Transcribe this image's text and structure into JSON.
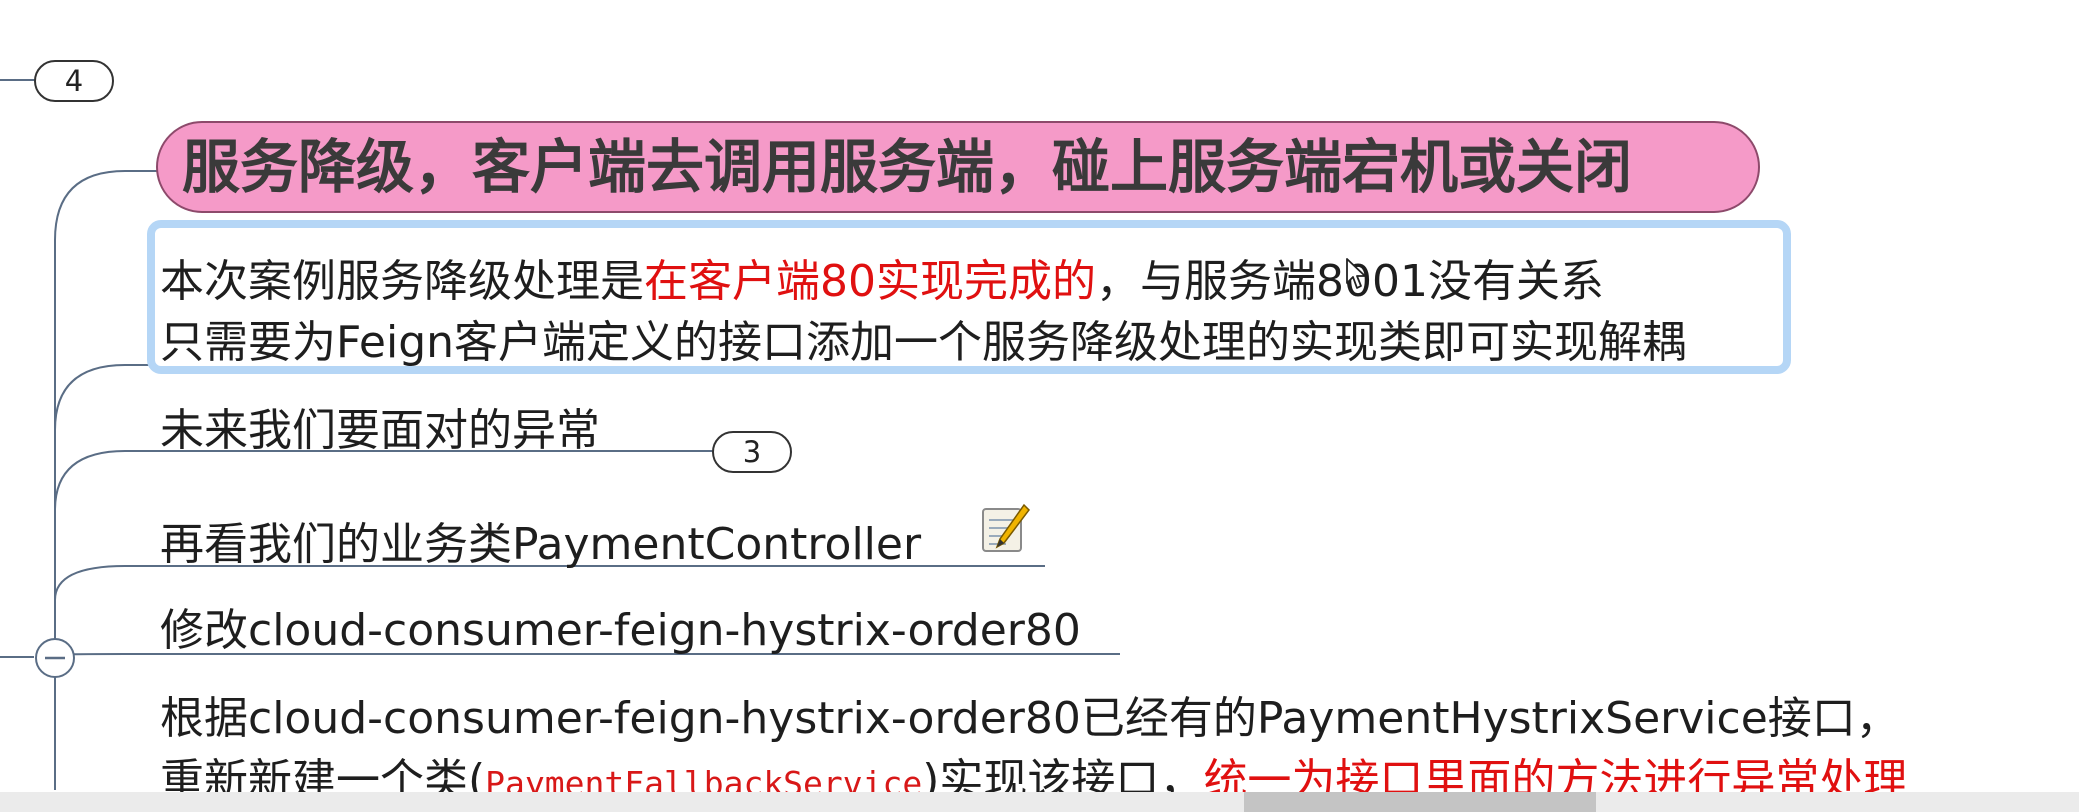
{
  "badges": {
    "top_count": "4",
    "sub_count": "3",
    "collapse_symbol": "−"
  },
  "title_topic": {
    "text": "服务降级，客户端去调用服务端，碰上服务端宕机或关闭",
    "color": "#f59ac8"
  },
  "selected_topic": {
    "line1_part1": "本次案例服务降级处理是",
    "line1_red": "在客户端80实现完成的",
    "line1_part2": "，与服务端8001没有关系",
    "line2": "只需要为Feign客户端定义的接口添加一个服务降级处理的实现类即可实现解耦",
    "highlight_color": "#e01010"
  },
  "topics": {
    "future_exceptions": "未来我们要面对的异常",
    "review_controller": "再看我们的业务类PaymentController",
    "modify_module": "修改cloud-consumer-feign-hystrix-order80",
    "existing_interface_line1": "根据cloud-consumer-feign-hystrix-order80已经有的PaymentHystrixService接口，",
    "existing_interface_line2_part1": "重新新建一个类(",
    "existing_interface_line2_code": "PaymentFallbackService",
    "existing_interface_line2_part2": ")实现该接口，",
    "existing_interface_line2_red": "统一为接口里面的方法进行异常处理"
  },
  "icons": {
    "note": "note-icon",
    "cursor": "cursor-icon",
    "collapse": "collapse-toggle-icon"
  }
}
